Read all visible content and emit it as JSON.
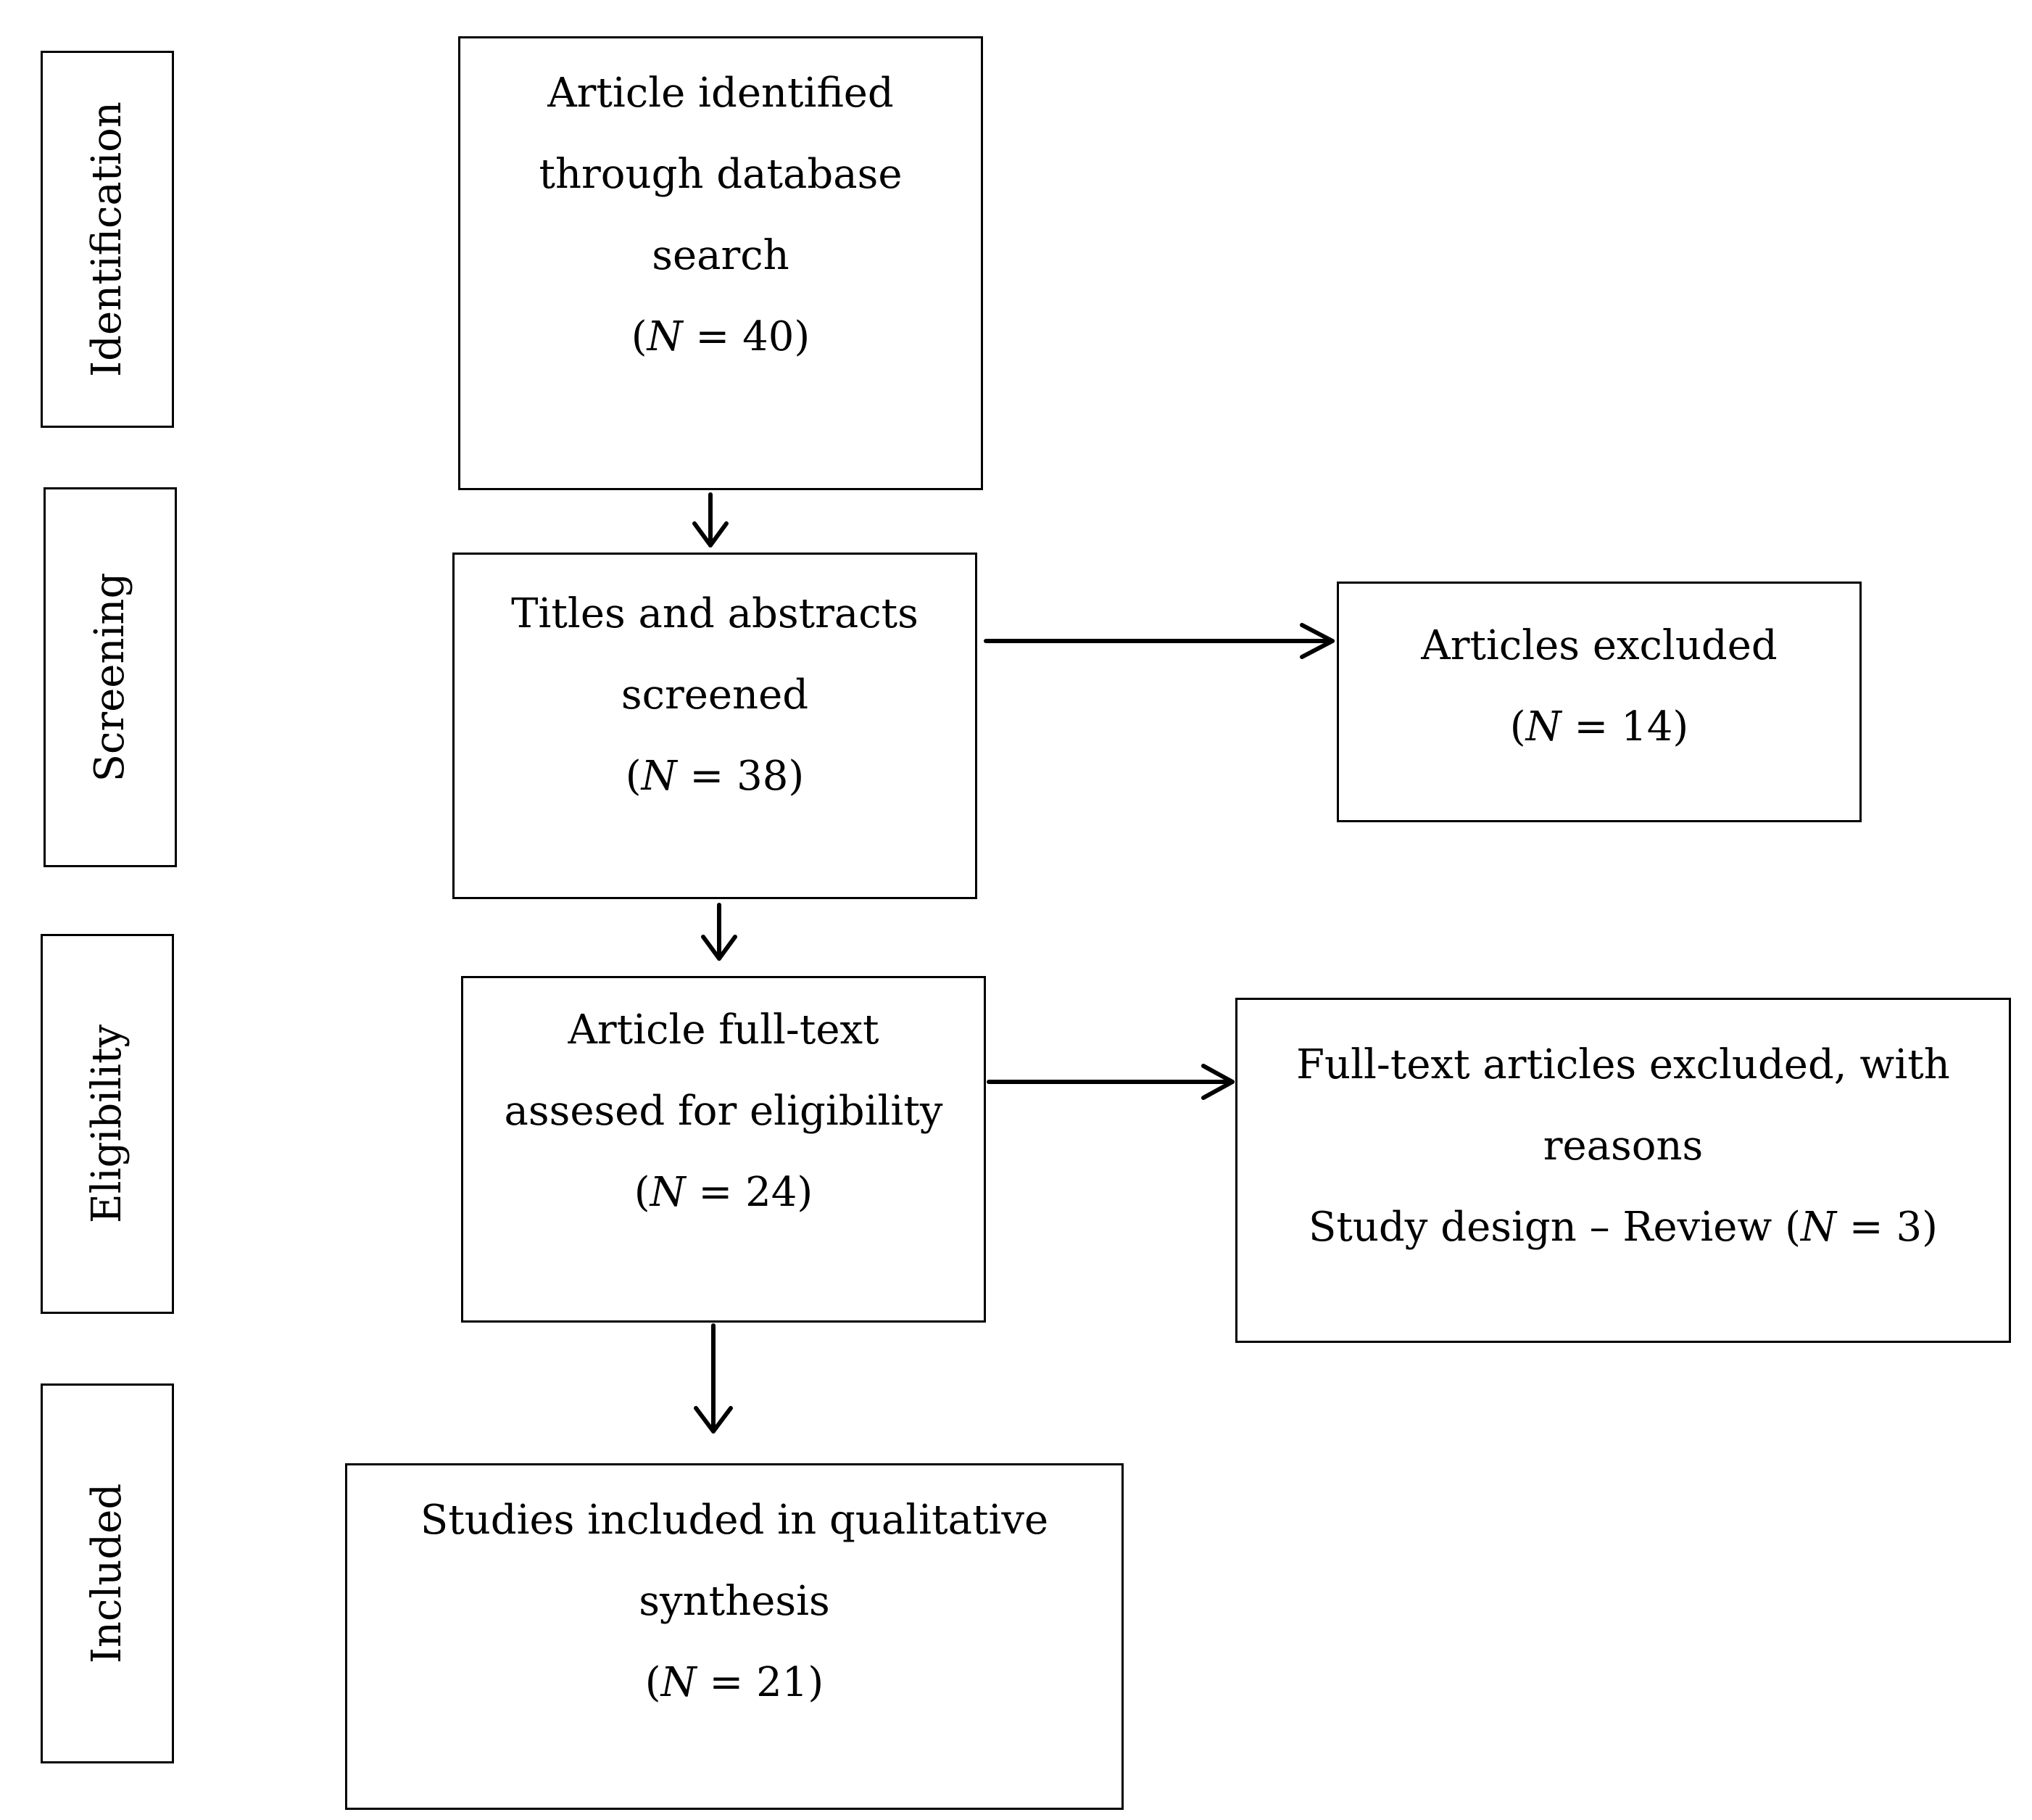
{
  "stages": {
    "identification": "Identification",
    "screening": "Screening",
    "eligibility": "Eligibility",
    "included": "Included"
  },
  "nodes": {
    "identified": {
      "lines": [
        "Article identified",
        "through database",
        "search"
      ],
      "n_symbol": "N",
      "n_value": "40"
    },
    "screened": {
      "lines": [
        "Titles and abstracts",
        "screened"
      ],
      "n_symbol": "N",
      "n_value": "38"
    },
    "excluded": {
      "lines": [
        "Articles excluded"
      ],
      "n_symbol": "N",
      "n_value": "14"
    },
    "fulltext": {
      "lines": [
        "Article full-text",
        "assesed for eligibility"
      ],
      "n_symbol": "N",
      "n_value": "24"
    },
    "fulltext_excluded": {
      "lines": [
        "Full-text articles excluded, with",
        "reasons"
      ],
      "reason_label": "Study design – Review",
      "n_symbol": "N",
      "n_value": "3"
    },
    "included": {
      "lines": [
        "Studies included in qualitative",
        "synthesis"
      ],
      "n_symbol": "N",
      "n_value": "21"
    }
  }
}
